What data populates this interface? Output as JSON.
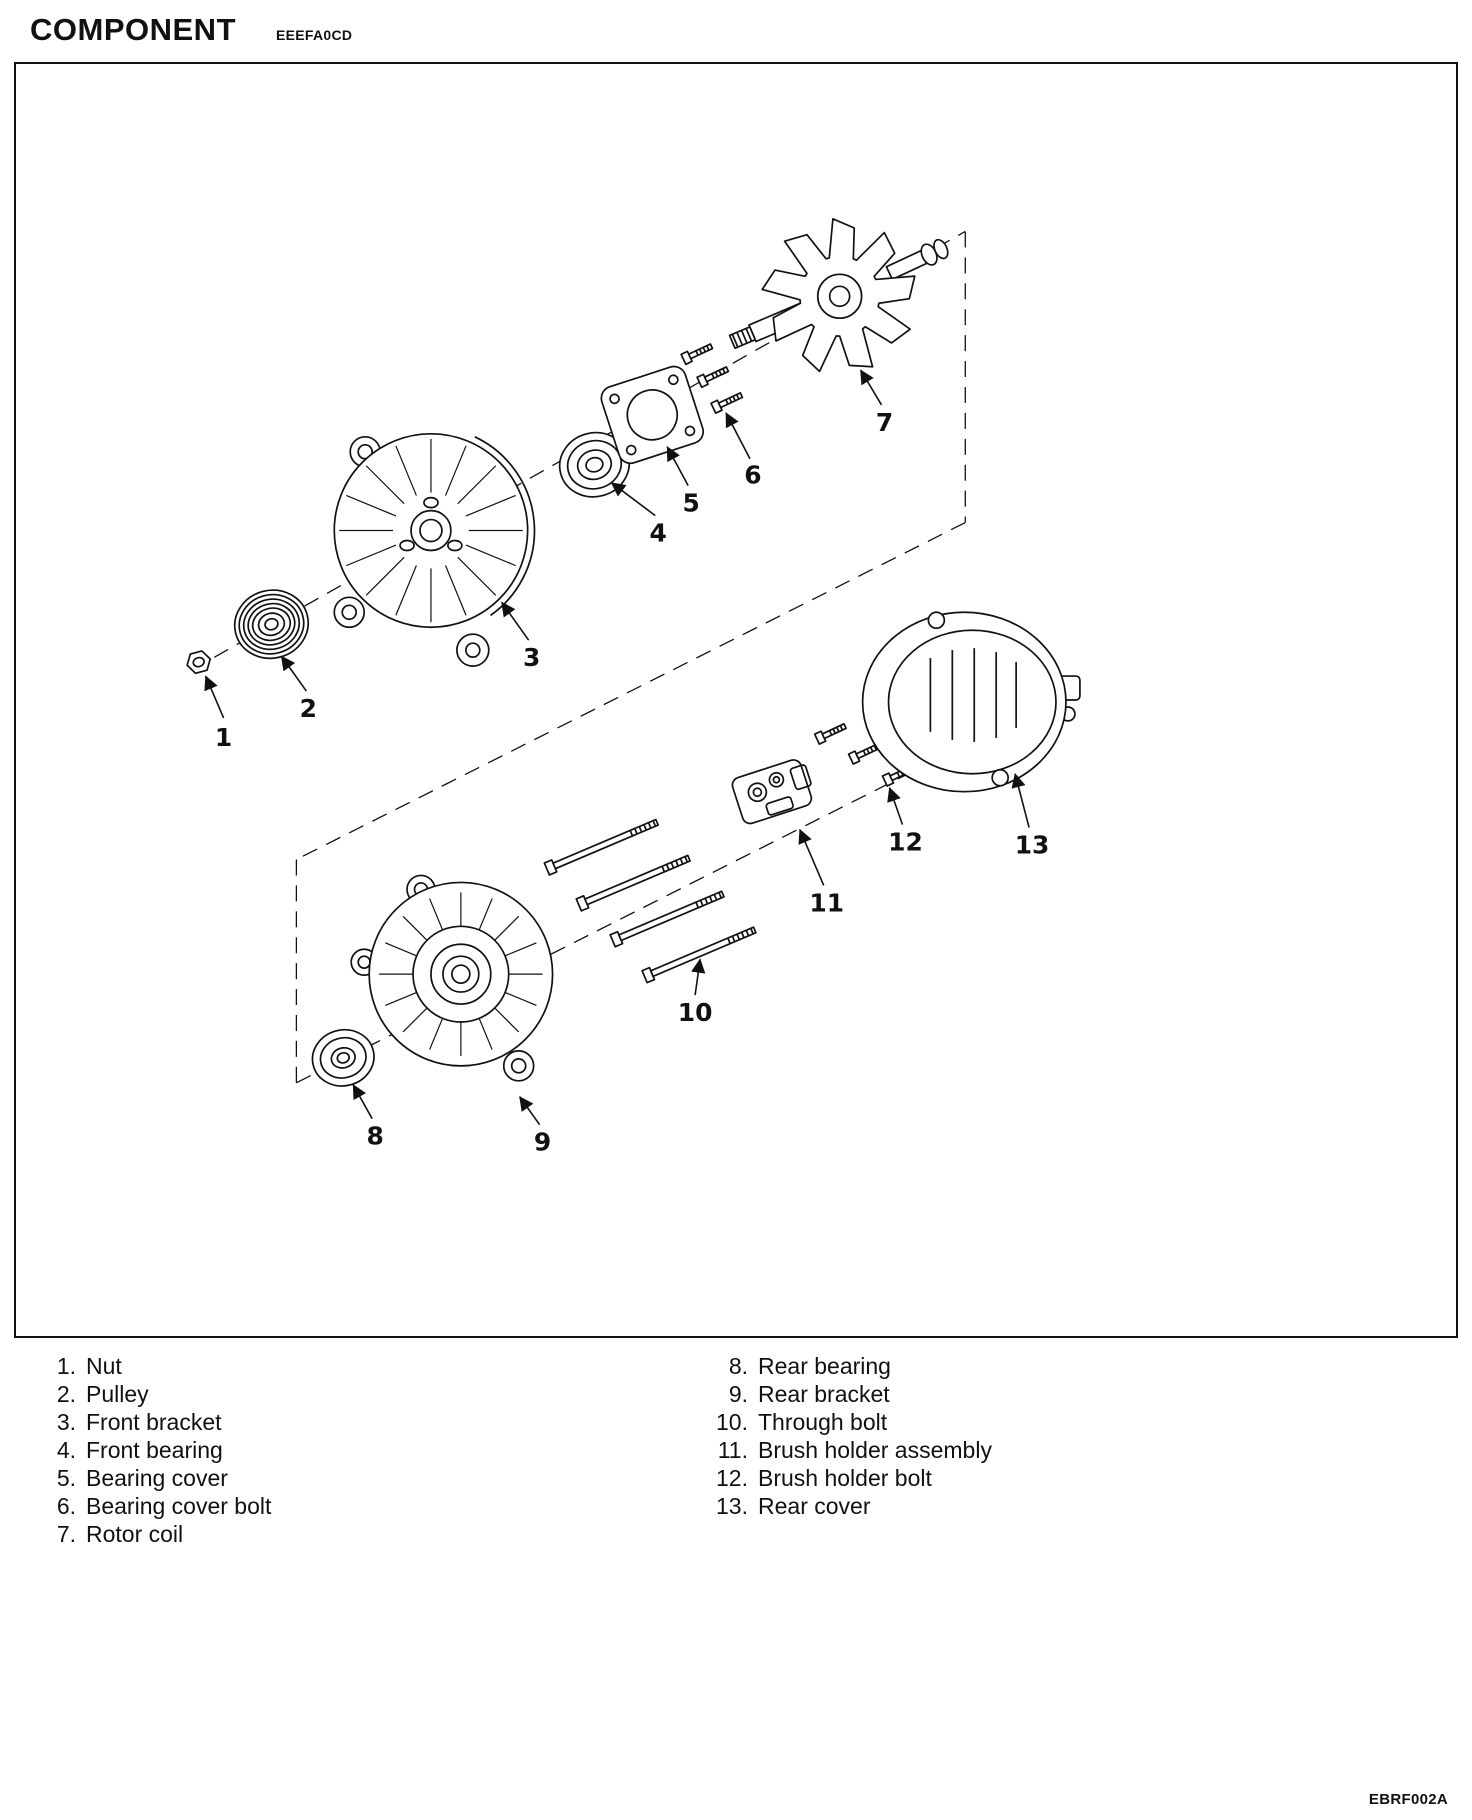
{
  "header": {
    "title": "COMPONENT",
    "code": "EEEFA0CD"
  },
  "figure": {
    "callouts": [
      "1",
      "2",
      "3",
      "4",
      "5",
      "6",
      "7",
      "8",
      "9",
      "10",
      "11",
      "12",
      "13"
    ],
    "code": "EBRF002A"
  },
  "parts_list": {
    "left": [
      {
        "num": "1.",
        "label": "Nut"
      },
      {
        "num": "2.",
        "label": "Pulley"
      },
      {
        "num": "3.",
        "label": "Front bracket"
      },
      {
        "num": "4.",
        "label": "Front bearing"
      },
      {
        "num": "5.",
        "label": "Bearing cover"
      },
      {
        "num": "6.",
        "label": "Bearing cover bolt"
      },
      {
        "num": "7.",
        "label": "Rotor coil"
      }
    ],
    "right": [
      {
        "num": "8.",
        "label": "Rear bearing"
      },
      {
        "num": "9.",
        "label": "Rear bracket"
      },
      {
        "num": "10.",
        "label": "Through bolt"
      },
      {
        "num": "11.",
        "label": "Brush holder assembly"
      },
      {
        "num": "12.",
        "label": "Brush holder bolt"
      },
      {
        "num": "13.",
        "label": "Rear cover"
      }
    ]
  }
}
